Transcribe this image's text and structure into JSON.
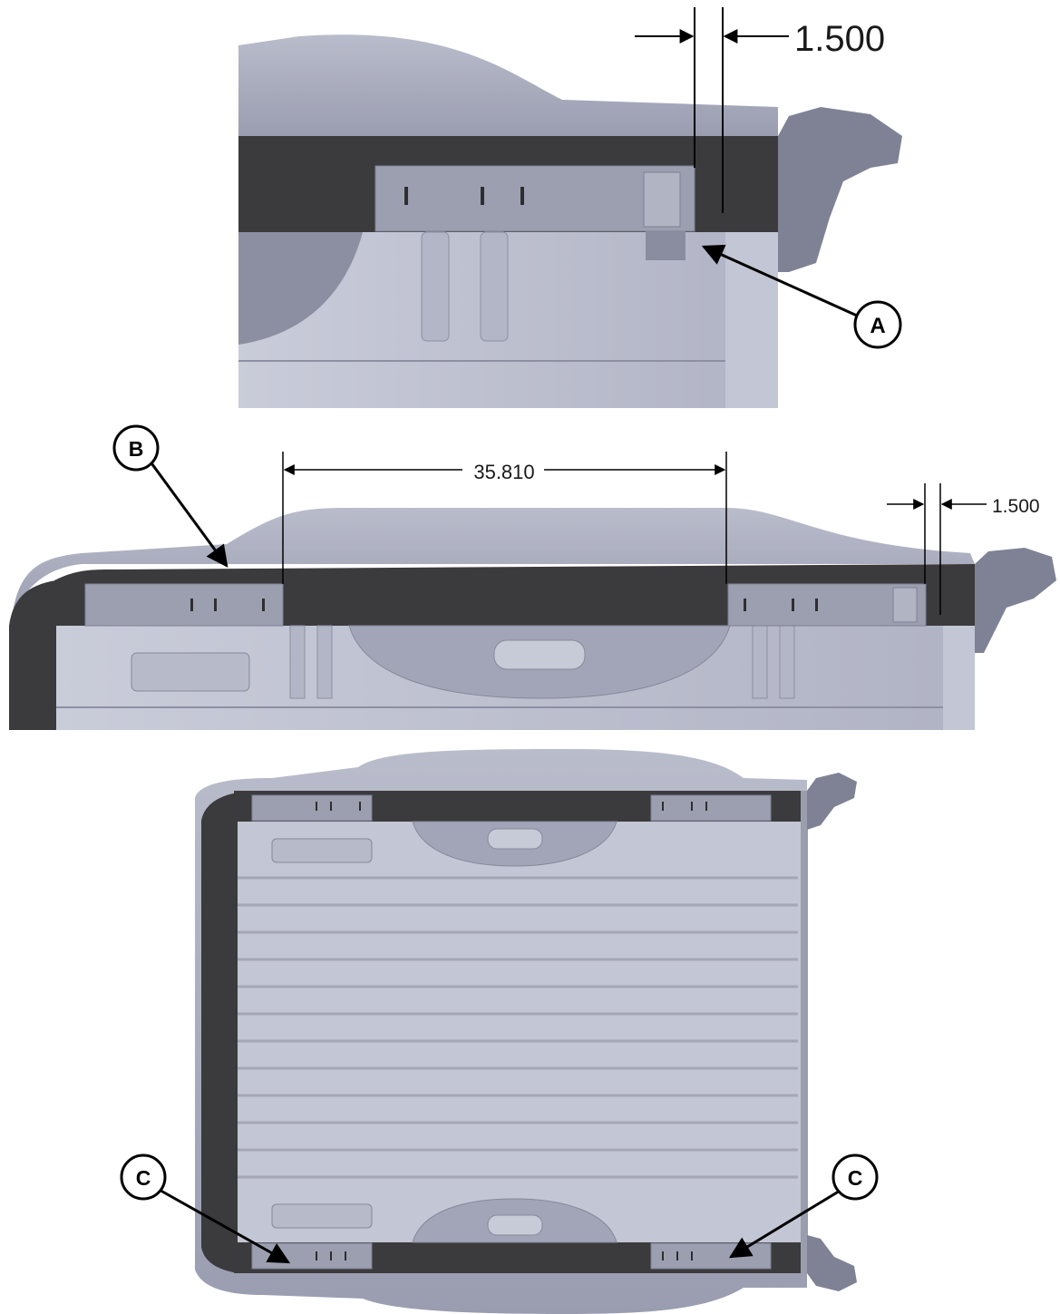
{
  "dimensions": {
    "top_gap": "1.500",
    "middle_span": "35.810",
    "middle_gap": "1.500"
  },
  "callouts": {
    "a": "A",
    "b": "B",
    "c_left": "C",
    "c_right": "C"
  },
  "colors": {
    "bed_metal": "#a9acbf",
    "bed_light": "#c4c7d6",
    "bed_shadow": "#7d8093",
    "rail_dark": "#3b3b3d",
    "bracket": "#9c9fb0",
    "line": "#000000"
  }
}
